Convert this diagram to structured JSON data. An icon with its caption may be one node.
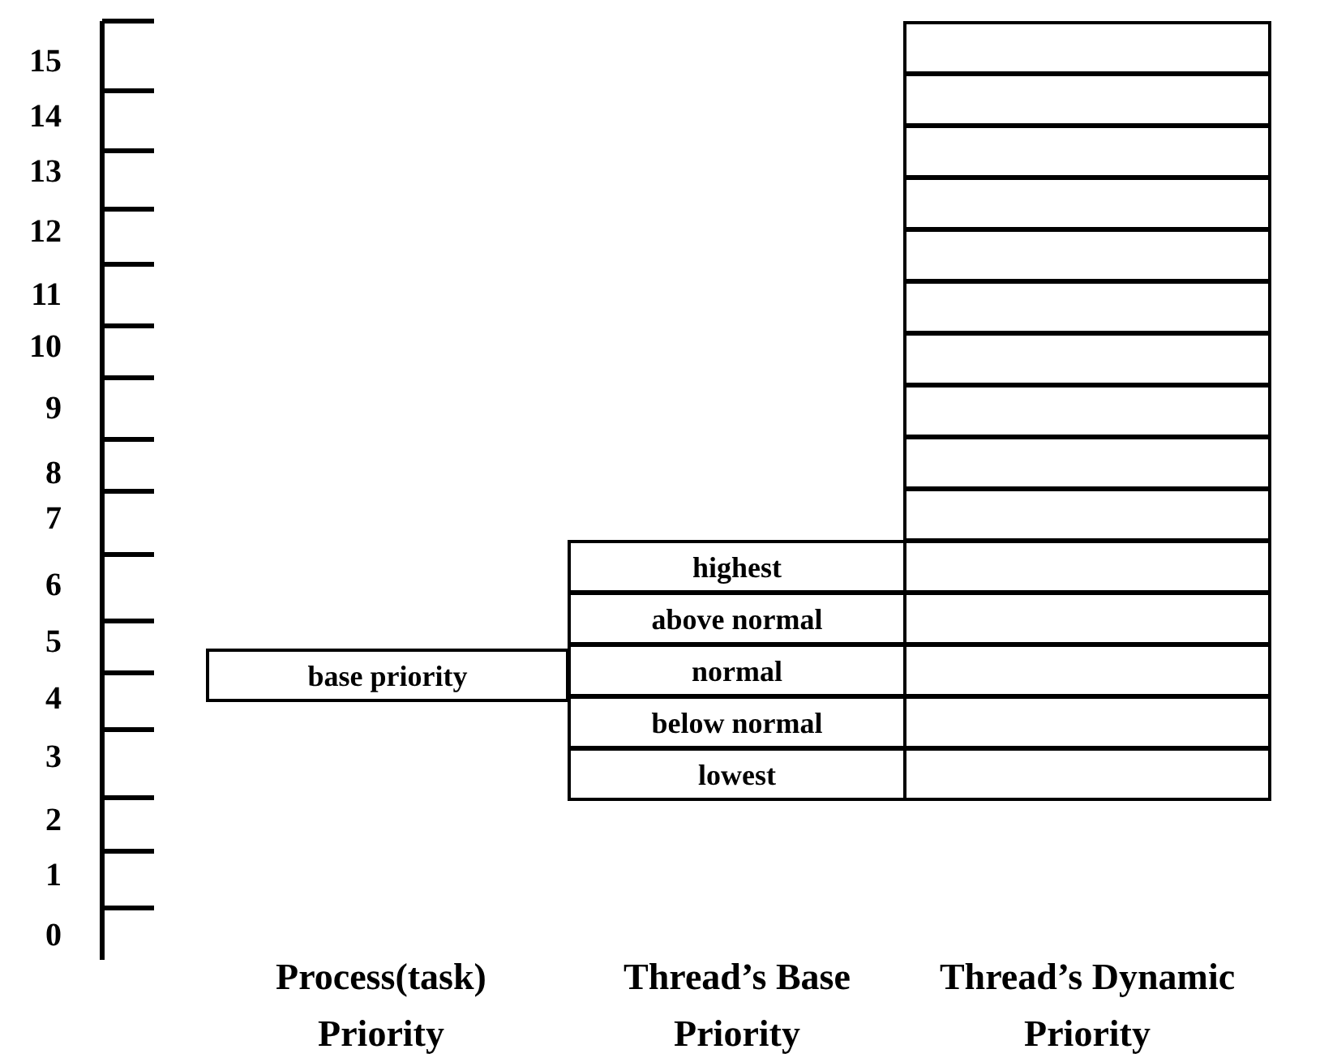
{
  "diagram": {
    "nodes": [
      {
        "text": [
          "base priority"
        ]
      },
      {
        "text": [
          "highest"
        ]
      },
      {
        "text": [
          "above normal"
        ]
      },
      {
        "text": [
          "normal"
        ]
      },
      {
        "text": [
          "below normal"
        ]
      },
      {
        "text": [
          "lowest"
        ]
      },
      {
        "text": [],
        "shape": "box"
      },
      {
        "text": [],
        "shape": "box"
      },
      {
        "text": [],
        "shape": "box"
      },
      {
        "text": [],
        "shape": "box"
      },
      {
        "text": [],
        "shape": "box"
      },
      {
        "text": [],
        "shape": "box"
      },
      {
        "text": [],
        "shape": "box"
      },
      {
        "text": [],
        "shape": "box"
      },
      {
        "text": [],
        "shape": "box"
      },
      {
        "text": [],
        "shape": "box"
      },
      {
        "text": [],
        "shape": "box"
      },
      {
        "text": [],
        "shape": "box"
      },
      {
        "text": [],
        "shape": "box"
      },
      {
        "text": [],
        "shape": "box"
      },
      {
        "text": [],
        "shape": "box"
      }
    ],
    "labels": [
      "15",
      "14",
      "13",
      "12",
      "11",
      "10",
      "9",
      "8",
      "7",
      "6",
      "5",
      "4",
      "3",
      "2",
      "1",
      "0",
      "Process(task) Priority",
      "Thread’s Base Priority",
      "Thread’s Dynamic Priority"
    ]
  }
}
